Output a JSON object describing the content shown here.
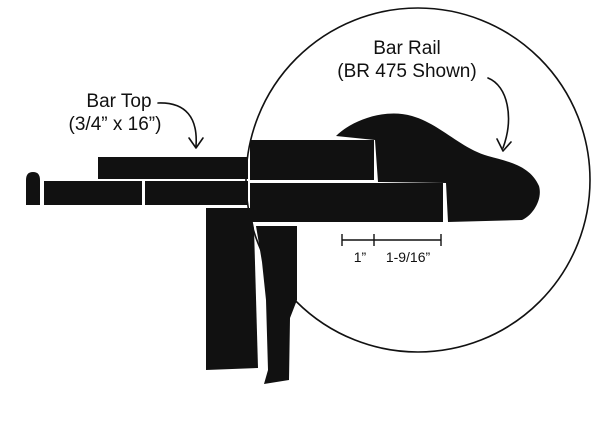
{
  "labels": {
    "bar_rail_title": "Bar Rail",
    "bar_rail_subtitle": "(BR 475 Shown)",
    "bar_top_title": "Bar Top",
    "bar_top_subtitle": "(3/4” x 16”)",
    "dim_left": "1”",
    "dim_right": "1-9/16”"
  },
  "colors": {
    "ink": "#111111",
    "background": "#ffffff"
  }
}
